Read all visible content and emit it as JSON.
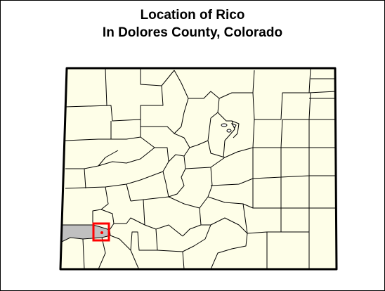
{
  "map": {
    "title_line1": "Location of Rico",
    "title_line2": "In Dolores County, Colorado",
    "colors": {
      "background": "#ffffff",
      "land_fill": "#fefee8",
      "county_border": "#000000",
      "state_border": "#000000",
      "highlight_county_fill": "#c0c0c0",
      "locator_box": "#ff0000",
      "town_dot": "#ff0000"
    },
    "icons": {
      "locator": "locator-square",
      "town": "town-dot"
    }
  }
}
